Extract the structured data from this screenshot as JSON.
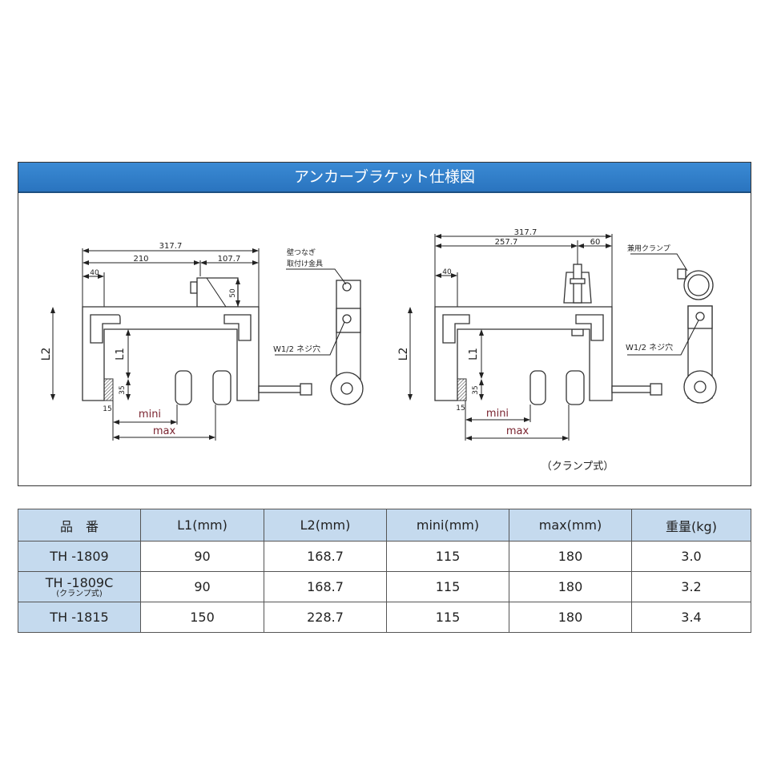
{
  "title": "アンカーブラケット仕様図",
  "drawing_standard": {
    "dim_total": "317.7",
    "dim_a": "210",
    "dim_b": "107.7",
    "dim_40": "40",
    "dim_50": "50",
    "dim_L2": "L2",
    "dim_L1": "L1",
    "dim_35": "35",
    "dim_15": "15",
    "mini": "mini",
    "max": "max",
    "side_label_1": "壁つなぎ",
    "side_label_2": "取付け金具",
    "thread_label": "W1/2 ネジ穴"
  },
  "drawing_clamp": {
    "dim_total": "317.7",
    "dim_a": "257.7",
    "dim_b": "60",
    "dim_40": "40",
    "dim_L2": "L2",
    "dim_L1": "L1",
    "dim_35": "35",
    "dim_15": "15",
    "mini": "mini",
    "max": "max",
    "side_label": "兼用クランプ",
    "thread_label": "W1/2 ネジ穴",
    "caption": "（クランプ式）"
  },
  "table": {
    "headers": [
      "品　番",
      "L1(mm)",
      "L2(mm)",
      "mini(mm)",
      "max(mm)",
      "重量(kg)"
    ],
    "rows": [
      {
        "model": "TH -1809",
        "sub": "",
        "cells": [
          "90",
          "168.7",
          "115",
          "180",
          "3.0"
        ]
      },
      {
        "model": "TH -1809C",
        "sub": "(クランプ式)",
        "cells": [
          "90",
          "168.7",
          "115",
          "180",
          "3.2"
        ]
      },
      {
        "model": "TH -1815",
        "sub": "",
        "cells": [
          "150",
          "228.7",
          "115",
          "180",
          "3.4"
        ]
      }
    ]
  },
  "colors": {
    "title_bar": "#2c7cc6",
    "table_header": "#c5daee",
    "dim_accent": "#7a2430"
  }
}
